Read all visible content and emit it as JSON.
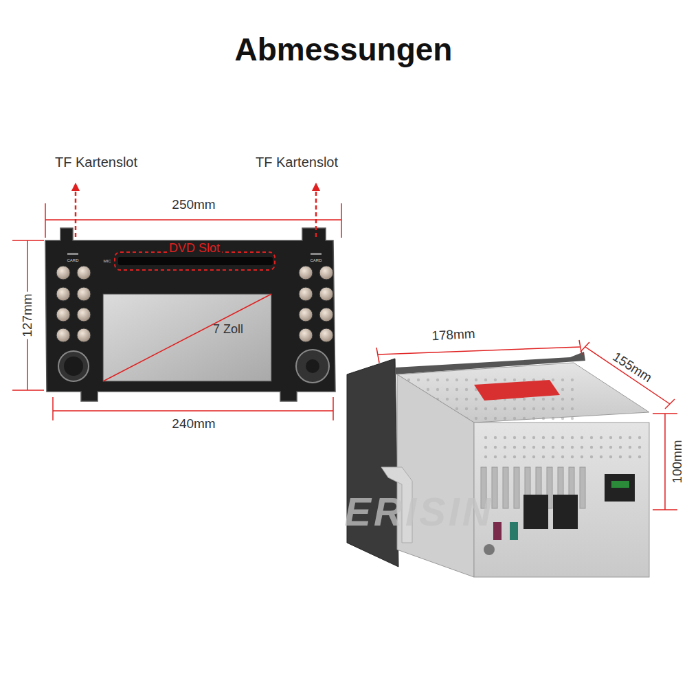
{
  "diagram": {
    "title": "Abmessungen",
    "labels": [
      "TF Kartenslot",
      "TF Kartenslot",
      "250mm",
      "CARD",
      "CARD",
      "MIC",
      "DVD Slot",
      "127mm",
      "7 Zoll",
      "240mm",
      "178mm",
      "155mm",
      "100mm",
      "ERISIN"
    ]
  }
}
